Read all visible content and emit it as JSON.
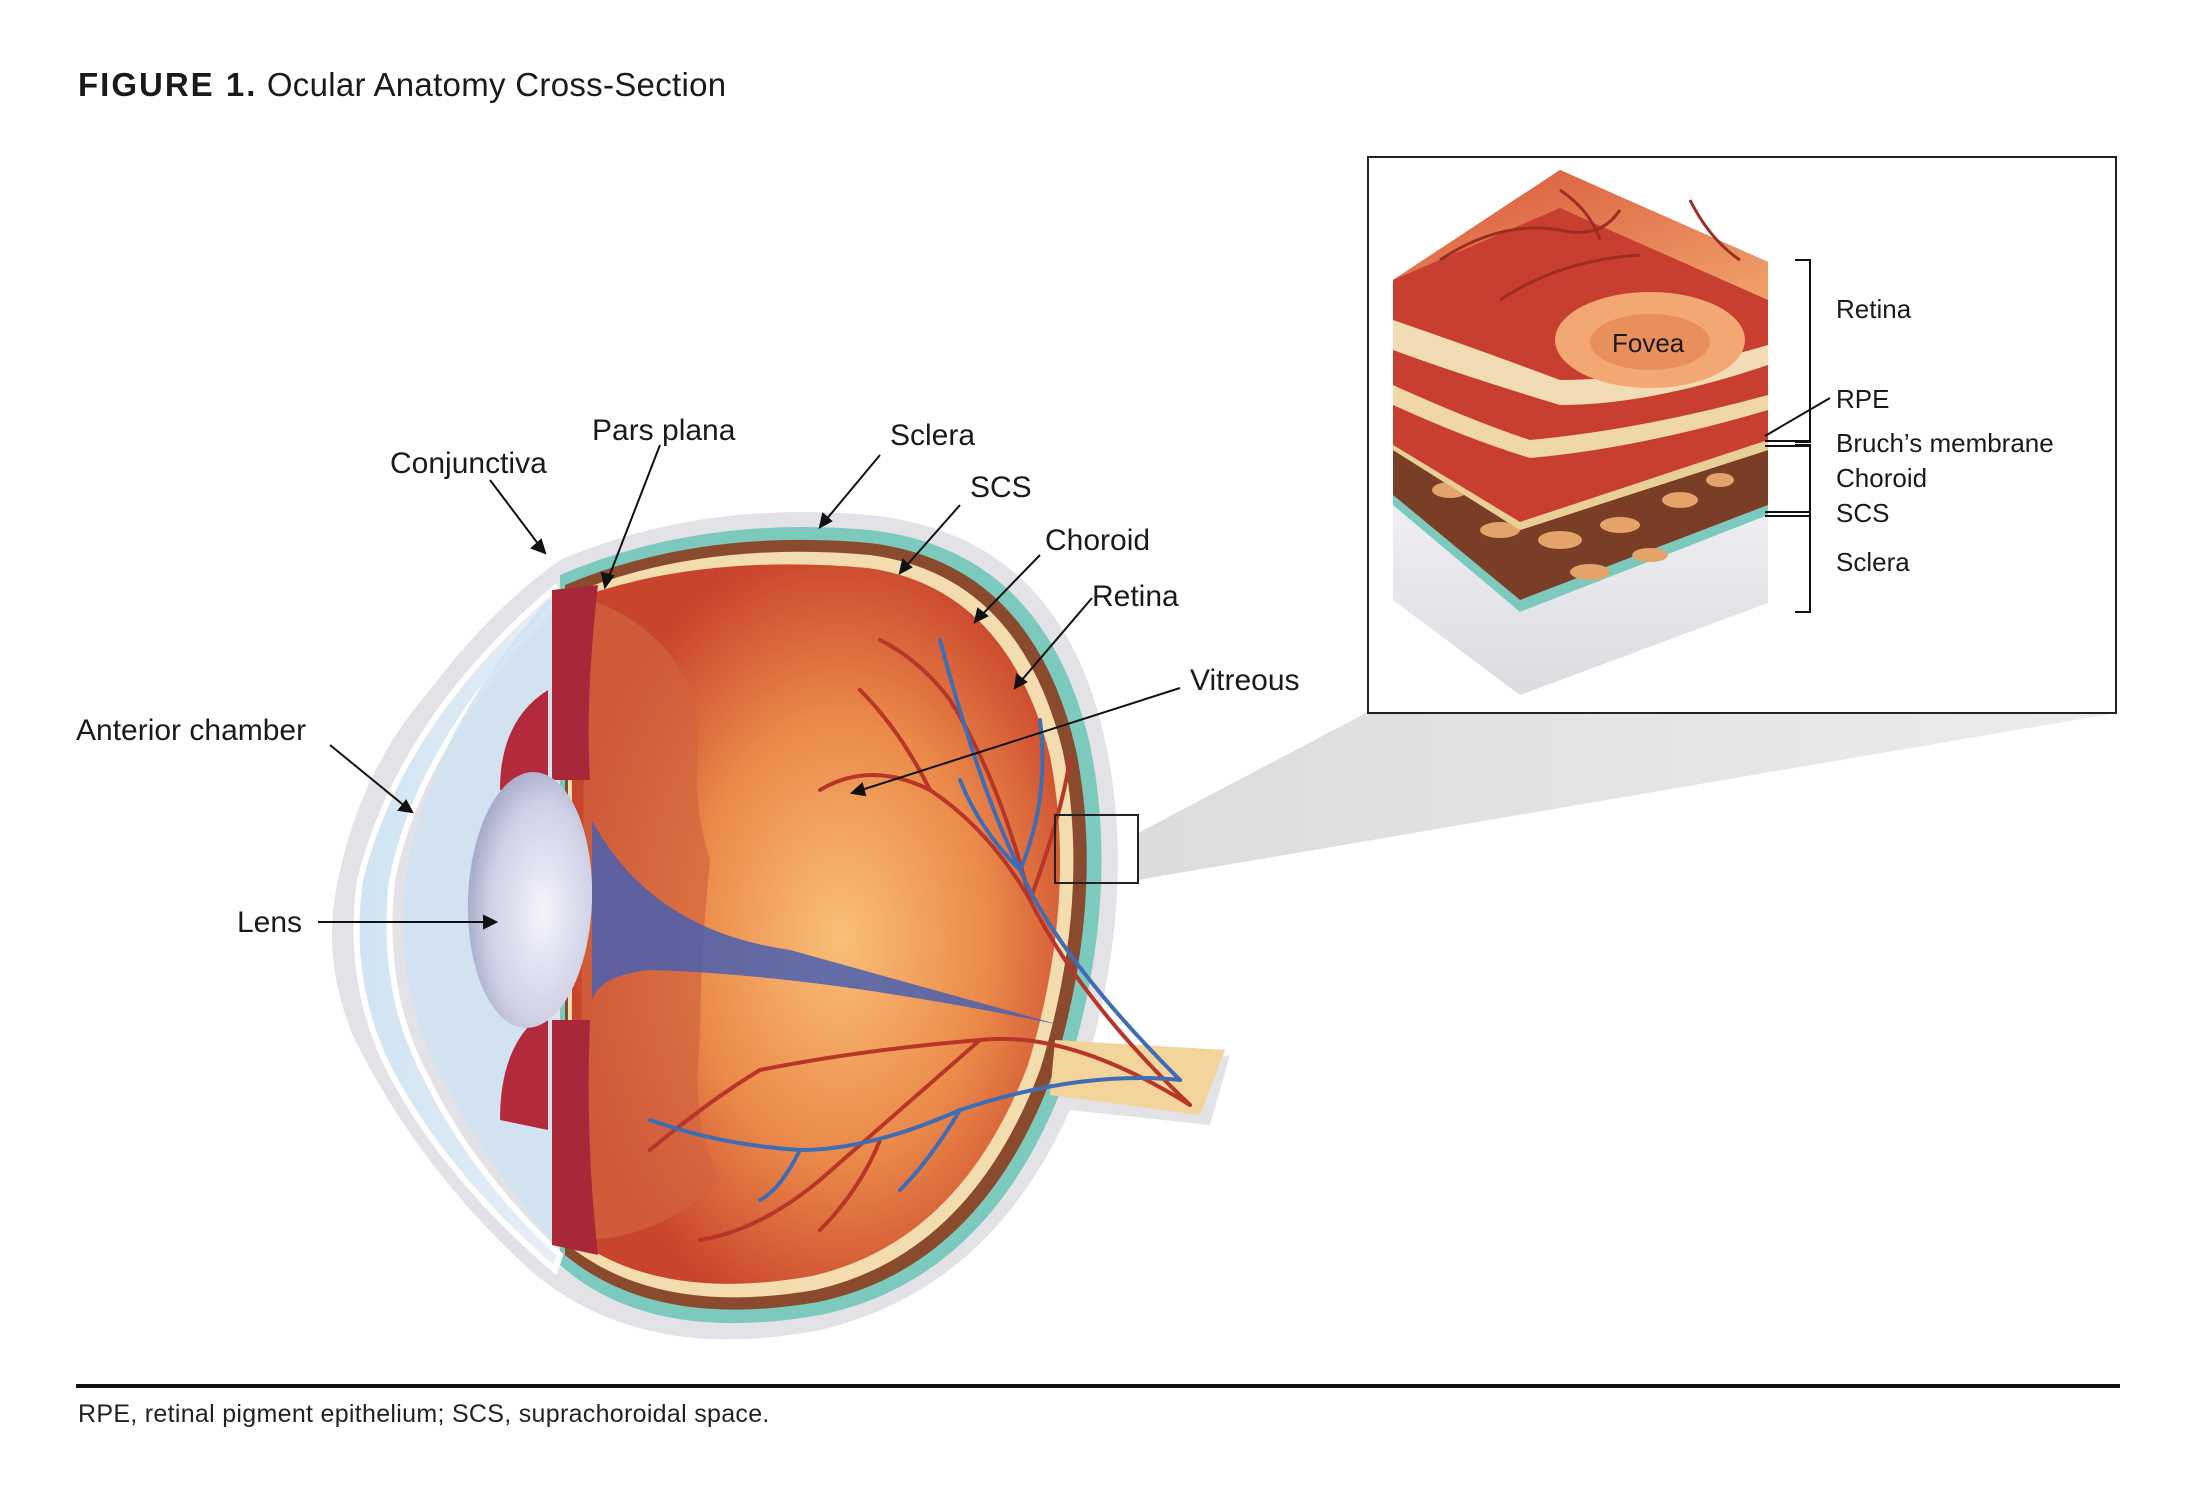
{
  "figure": {
    "number": "FIGURE 1.",
    "title": "Ocular Anatomy Cross-Section"
  },
  "eye_labels": {
    "conjunctiva": "Conjunctiva",
    "pars_plana": "Pars plana",
    "sclera": "Sclera",
    "scs": "SCS",
    "choroid": "Choroid",
    "retina": "Retina",
    "vitreous": "Vitreous",
    "anterior_chamber": "Anterior chamber",
    "lens": "Lens"
  },
  "inset": {
    "fovea": "Fovea",
    "retina": "Retina",
    "rpe": "RPE",
    "bruchs_membrane": "Bruch’s membrane",
    "choroid": "Choroid",
    "scs": "SCS",
    "sclera": "Sclera"
  },
  "footnote": "RPE, retinal pigment epithelium; SCS, suprachoroidal space.",
  "colors": {
    "sclera_outer": "#e6e4e8",
    "scs_band": "#7cc9bd",
    "choroid_band": "#8a4a2e",
    "retina_band": "#f3dcae",
    "vitreous": "#f2a45c",
    "artery": "#b8352a",
    "vein": "#3f6db5",
    "iris": "#a8283a",
    "lens": "#cfd3ea"
  }
}
